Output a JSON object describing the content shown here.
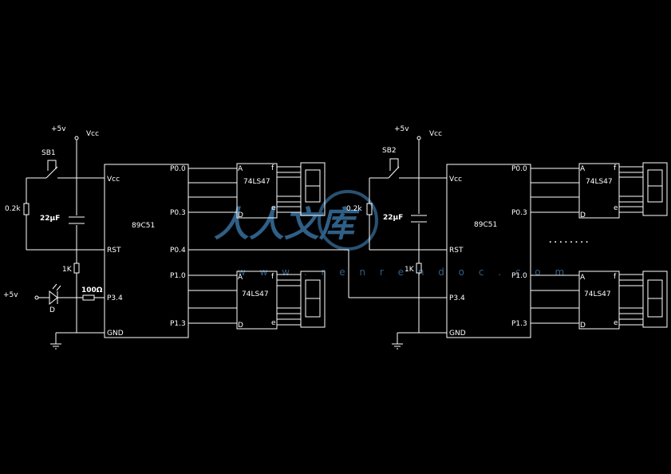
{
  "left": {
    "supply_5v": "+5v",
    "vcc": "Vcc",
    "switch": "SB1",
    "resistor_02k": "0.2k",
    "capacitor": "22μF",
    "resistor_1k": "1K",
    "led_supply": "+5v",
    "led_label": "D",
    "resistor_100": "100Ω",
    "mcu": {
      "name": "89C51",
      "vcc": "Vcc",
      "rst": "RST",
      "p34": "P3.4",
      "gnd": "GND",
      "p00": "P0.0",
      "p03": "P0.3",
      "p04": "P0.4",
      "p10": "P1.0",
      "p13": "P1.3"
    },
    "decoder1": {
      "name": "74LS47",
      "a": "A",
      "d": "D",
      "f": "f",
      "e": "e"
    },
    "decoder2": {
      "name": "74LS47",
      "a": "A",
      "d": "D",
      "f": "f",
      "e": "e"
    }
  },
  "right": {
    "supply_5v": "+5v",
    "vcc": "Vcc",
    "switch": "SB2",
    "resistor_02k": "0.2k",
    "capacitor": "22μF",
    "resistor_1k": "1K",
    "mcu": {
      "name": "89C51",
      "vcc": "Vcc",
      "rst": "RST",
      "p34": "P3.4",
      "gnd": "GND",
      "p00": "P0.0",
      "p03": "P0.3",
      "p10": "P1.0",
      "p13": "P1.3"
    },
    "decoder1": {
      "name": "74LS47",
      "a": "A",
      "d": "D",
      "f": "f",
      "e": "e"
    },
    "decoder2": {
      "name": "74LS47",
      "a": "A",
      "d": "D",
      "f": "f",
      "e": "e"
    },
    "ellipsis": ". . . . . . . ."
  },
  "watermark": {
    "text": "人人文库",
    "url": "w w w . r e n r e n d o c . c o m"
  }
}
